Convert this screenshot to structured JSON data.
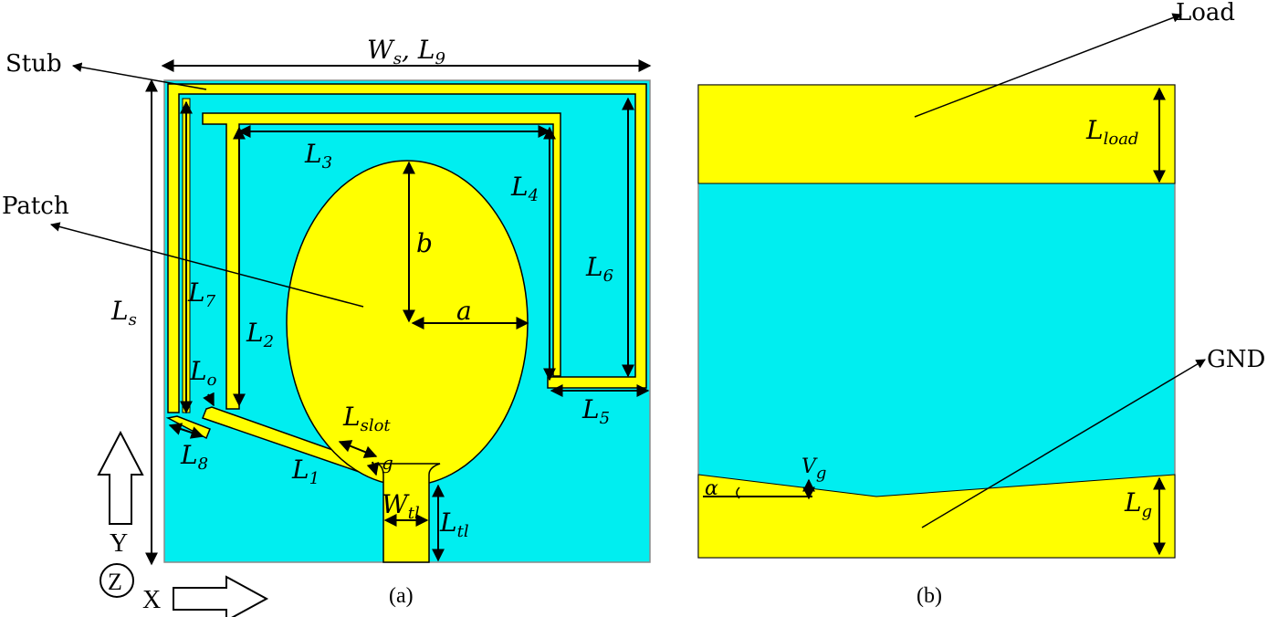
{
  "colors": {
    "substrate": "#00eef0",
    "metal": "#ffff00",
    "outline": "#000000"
  },
  "panel_a": {
    "caption": "(a)",
    "callouts": {
      "stub": "Stub",
      "patch": "Patch"
    },
    "dims": {
      "ws": "W",
      "ws_sub": "s",
      "ws_sep": ", L",
      "ws_sub2": "9",
      "ls": "L",
      "ls_sub": "s",
      "l1": "L",
      "l1_sub": "1",
      "l2": "L",
      "l2_sub": "2",
      "l3": "L",
      "l3_sub": "3",
      "l4": "L",
      "l4_sub": "4",
      "l5": "L",
      "l5_sub": "5",
      "l6": "L",
      "l6_sub": "6",
      "l7": "L",
      "l7_sub": "7",
      "l8": "L",
      "l8_sub": "8",
      "lo": "L",
      "lo_sub": "o",
      "lslot": "L",
      "lslot_sub": "slot",
      "g": "g",
      "a": "a",
      "b": "b",
      "wtl": "W",
      "wtl_sub": "tl",
      "ltl": "L",
      "ltl_sub": "tl"
    },
    "axes": {
      "y": "Y",
      "z": "Z",
      "x": "X"
    }
  },
  "panel_b": {
    "caption": "(b)",
    "callouts": {
      "load": "Load",
      "gnd": "GND"
    },
    "dims": {
      "lload": "L",
      "lload_sub": "load",
      "lg": "L",
      "lg_sub": "g",
      "vg": "V",
      "vg_sub": "g",
      "alpha": "α"
    }
  }
}
